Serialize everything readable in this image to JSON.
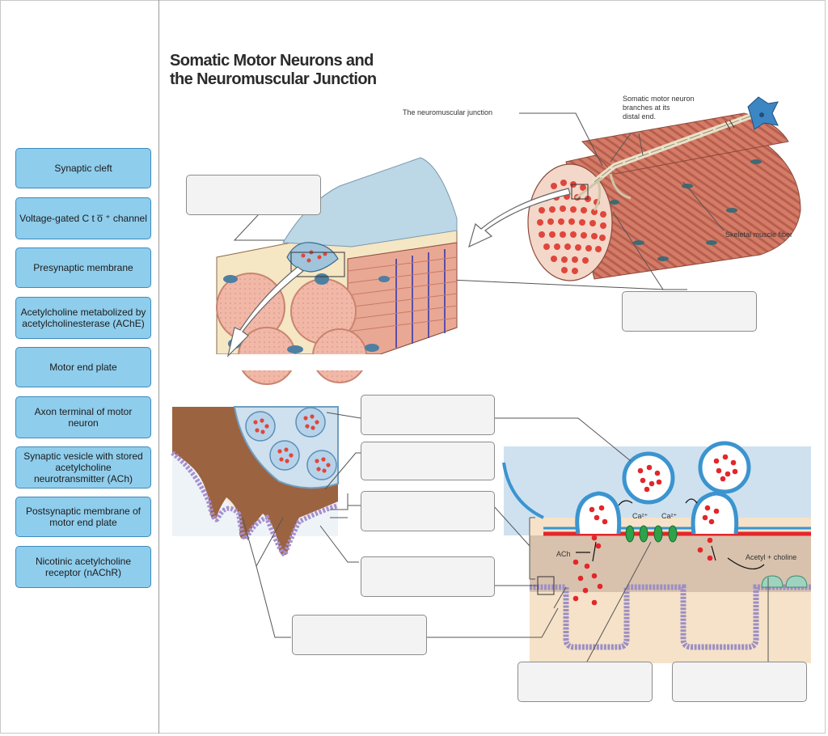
{
  "title": {
    "line1": "Somatic Motor Neurons and",
    "line2": "the Neuromuscular Junction"
  },
  "word_bank": [
    {
      "label": "Synaptic cleft"
    },
    {
      "label": "Voltage-gated C t o̅ ⁺ channel"
    },
    {
      "label": "Presynaptic membrane"
    },
    {
      "label": "Acetylcholine metabolized by acetylcholinesterase (AChE)"
    },
    {
      "label": "Motor end plate"
    },
    {
      "label": "Axon terminal of motor neuron"
    },
    {
      "label": "Synaptic vesicle with stored acetylcholine neurotransmitter (ACh)"
    },
    {
      "label": "Postsynaptic membrane of motor end plate"
    },
    {
      "label": "Nicotinic acetylcholine receptor (nAChR)"
    }
  ],
  "captions": {
    "nmj": "The neuromuscular junction",
    "somatic": "Somatic motor neuron branches at its distal end.",
    "somatic_l1": "Somatic motor neuron",
    "somatic_l2": "branches at its",
    "somatic_l3": "distal end.",
    "skeletal": "Skeletal muscle fiber",
    "ach": "ACh",
    "ca1": "Ca²⁺",
    "ca2": "Ca²⁺",
    "acetyl": "Acetyl + choline"
  },
  "colors": {
    "chip_fill": "#8fcdec",
    "chip_border": "#3c8bbf",
    "muscle": "#d9826f",
    "vesicle": "#3b94cf",
    "ach_dot": "#e3262b",
    "membrane": "#9c8fc4",
    "cytoplasm": "#d8c2ad"
  },
  "drop_zones": [
    {
      "id": "zone-1"
    },
    {
      "id": "zone-2"
    },
    {
      "id": "zone-3"
    },
    {
      "id": "zone-4"
    },
    {
      "id": "zone-5"
    },
    {
      "id": "zone-6"
    },
    {
      "id": "zone-7"
    },
    {
      "id": "zone-8"
    },
    {
      "id": "zone-9"
    }
  ]
}
